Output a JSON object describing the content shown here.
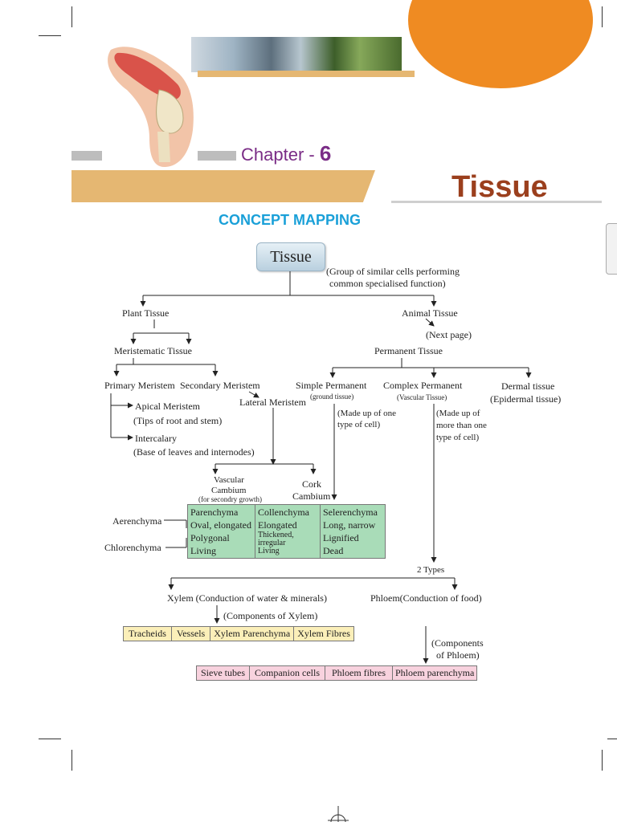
{
  "chapter": {
    "prefix": "Chapter -",
    "number": "6",
    "title": "Tissue"
  },
  "section_heading": "CONCEPT MAPPING",
  "root": {
    "label": "Tissue",
    "desc_line1": "(Group of similar cells performing",
    "desc_line2": "common specialised function)"
  },
  "plant": "Plant Tissue",
  "animal": {
    "label": "Animal Tissue",
    "note": "(Next page)"
  },
  "meristematic": "Meristematic Tissue",
  "permanent": "Permanent Tissue",
  "primary": "Primary Meristem",
  "secondary": "Secondary Meristem",
  "lateral": "Lateral Meristem",
  "apical": {
    "label": "Apical Meristem",
    "note": "(Tips of root and stem)"
  },
  "intercalary": {
    "label": "Intercalary",
    "note": "(Base of leaves and internodes)"
  },
  "simple": {
    "label": "Simple Permanent",
    "sub": "(ground tissue)",
    "note1": "(Made up of one",
    "note2": "type of cell)"
  },
  "complex": {
    "label": "Complex Permanent",
    "sub": "(Vascular Tissue)",
    "note1": "(Made up of",
    "note2": "more than one",
    "note3": "type of cell)"
  },
  "dermal": {
    "label": "Dermal tissue",
    "sub": "(Epidermal tissue)"
  },
  "vascular": {
    "line1": "Vascular",
    "line2": "Cambium",
    "note": "(for secondry growth)"
  },
  "cork": {
    "line1": "Cork",
    "line2": "Cambium"
  },
  "aerenchyma": "Aerenchyma",
  "chlorenchyma": "Chlorenchyma",
  "simple_table": {
    "parenchyma": [
      "Parenchyma",
      "Oval, elongated",
      "Polygonal",
      "Living"
    ],
    "collenchyma": [
      "Collenchyma",
      "Elongated",
      "Thickened,",
      "irregular",
      "Living"
    ],
    "sclerenchyma": [
      "Selerenchyma",
      "Long, narrow",
      "Lignified",
      "Dead"
    ]
  },
  "two_types": "2 Types",
  "xylem": "Xylem (Conduction of water & minerals)",
  "phloem": "Phloem(Conduction of food)",
  "xylem_components": "(Components of Xylem)",
  "phloem_components_1": "(Components",
  "phloem_components_2": "of Phloem)",
  "xylem_items": [
    "Tracheids",
    "Vessels",
    "Xylem Parenchyma",
    "Xylem Fibres"
  ],
  "phloem_items": [
    "Sieve tubes",
    "Companion cells",
    "Phloem fibres",
    "Phloem parenchyma"
  ],
  "colors": {
    "accent_purple": "#7a2c86",
    "title_brown": "#9b3f1d",
    "heading_blue": "#1aa0d8",
    "orange_bar": "#e5b772",
    "circle_orange": "#ef8b22"
  }
}
